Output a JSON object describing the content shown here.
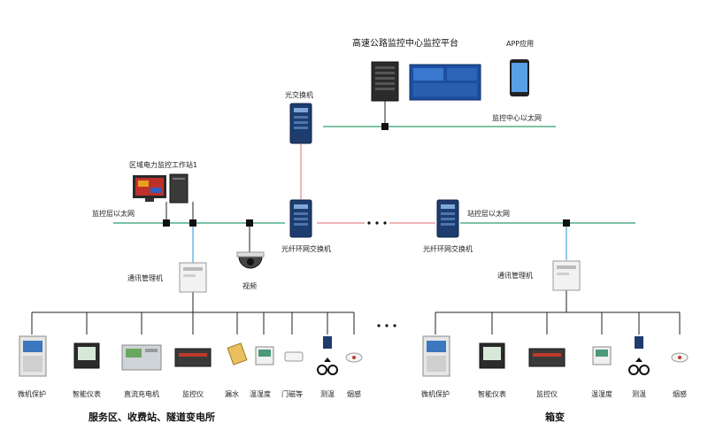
{
  "platform": {
    "title": "高速公路监控中心监控平台",
    "app_label": "APP应用",
    "ethernet_label": "监控中心以太网"
  },
  "optical_switch_label": "光交换机",
  "left_network": {
    "workstation_label": "区域电力监控工作站1",
    "ethernet_label": "监控层以太网",
    "ring_switch_label": "光纤环网交换机",
    "comm_manager_label": "通讯管理机",
    "camera_label": "视频",
    "devices": [
      {
        "label": "微机保护"
      },
      {
        "label": "智能仪表"
      },
      {
        "label": "直流充电机"
      },
      {
        "label": "监控仪"
      },
      {
        "label": "漏水"
      },
      {
        "label": "温湿度"
      },
      {
        "label": "门磁等"
      },
      {
        "label": "测温"
      },
      {
        "label": "烟感"
      }
    ],
    "footer": "服务区、收费站、隧道变电所"
  },
  "right_network": {
    "ethernet_label": "站控层以太网",
    "ring_switch_label": "光纤环网交换机",
    "comm_manager_label": "通讯管理机",
    "devices": [
      {
        "label": "微机保护"
      },
      {
        "label": "智能仪表"
      },
      {
        "label": "监控仪"
      },
      {
        "label": "温湿度"
      },
      {
        "label": "测温"
      },
      {
        "label": "烟感"
      }
    ],
    "footer": "箱变"
  },
  "colors": {
    "green_line": "#2e9e6e",
    "red_line": "#e08a8a",
    "blue_line": "#4aa6d8",
    "black_line": "#222222",
    "node": "#111111"
  }
}
